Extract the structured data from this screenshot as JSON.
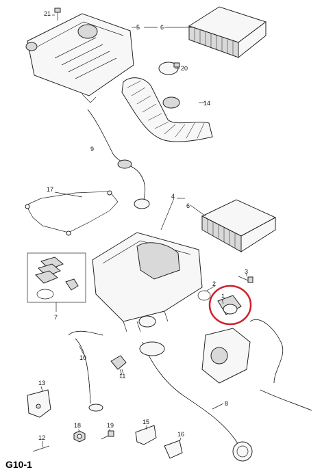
{
  "sheet": {
    "code": "G10-1"
  },
  "callouts": [
    {
      "id": "c21",
      "text": "21"
    },
    {
      "id": "c5",
      "text": "5"
    },
    {
      "id": "c6a",
      "text": "6"
    },
    {
      "id": "c20",
      "text": "20"
    },
    {
      "id": "c14",
      "text": "14"
    },
    {
      "id": "c9",
      "text": "9"
    },
    {
      "id": "c17",
      "text": "17"
    },
    {
      "id": "c4",
      "text": "4"
    },
    {
      "id": "c6b",
      "text": "6"
    },
    {
      "id": "c3",
      "text": "3"
    },
    {
      "id": "c2",
      "text": "2"
    },
    {
      "id": "c1",
      "text": "1"
    },
    {
      "id": "c7",
      "text": "7"
    },
    {
      "id": "c10",
      "text": "10"
    },
    {
      "id": "c11",
      "text": "11"
    },
    {
      "id": "c8",
      "text": "8"
    },
    {
      "id": "c13",
      "text": "13"
    },
    {
      "id": "c18",
      "text": "18"
    },
    {
      "id": "c19",
      "text": "19"
    },
    {
      "id": "c15",
      "text": "15"
    },
    {
      "id": "c16",
      "text": "16"
    },
    {
      "id": "c12",
      "text": "12"
    }
  ],
  "highlight": {
    "part": "1",
    "color": "#d0202a"
  }
}
